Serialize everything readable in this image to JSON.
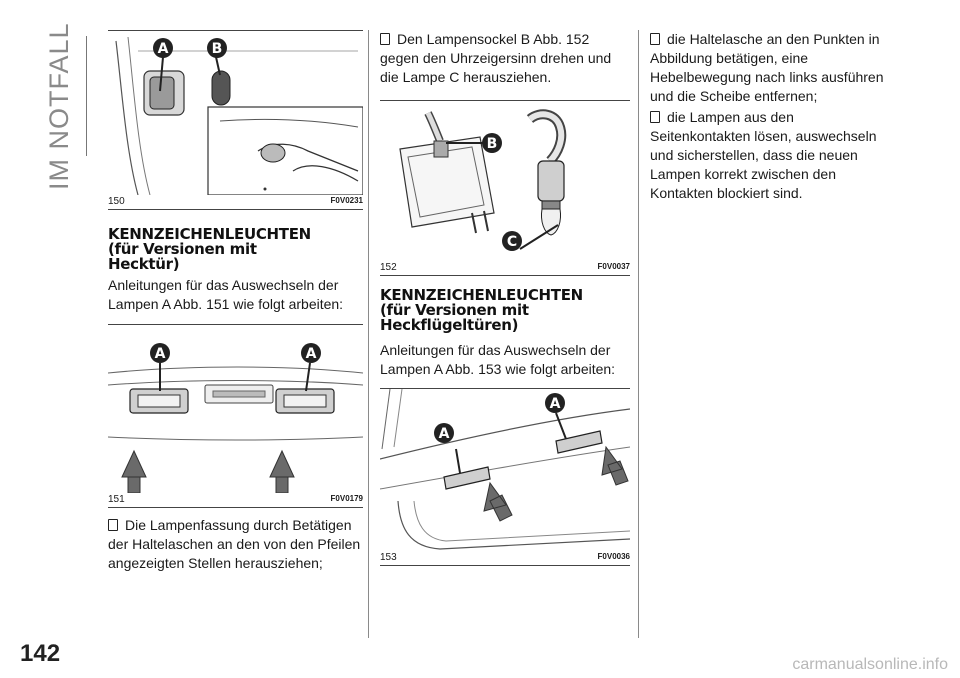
{
  "sidebar": {
    "section_title": "IM NOTFALL"
  },
  "page": {
    "number": "142",
    "watermark": "carmanualsonline.info"
  },
  "col1": {
    "fig150": {
      "number": "150",
      "code": "F0V0231",
      "label_a": "A",
      "label_b": "B"
    },
    "heading": [
      "KENNZEICHENLEUCHTEN",
      "(für Versionen mit",
      "Hecktür)"
    ],
    "intro": "Anleitungen für das Auswechseln der Lampen A Abb. 151 wie folgt arbeiten:",
    "fig151": {
      "number": "151",
      "code": "F0V0179",
      "label_a1": "A",
      "label_a2": "A"
    },
    "step1": "Die Lampenfassung durch Betätigen der Haltelaschen an den von den Pfeilen angezeigten Stellen herausziehen;"
  },
  "col2": {
    "step2": "Den Lampensockel B Abb. 152 gegen den Uhrzeigersinn drehen und die Lampe C herausziehen.",
    "fig152": {
      "number": "152",
      "code": "F0V0037",
      "label_b": "B",
      "label_c": "C"
    },
    "heading": [
      "KENNZEICHENLEUCHTEN",
      "(für Versionen mit",
      "Heckflügeltüren)"
    ],
    "intro": "Anleitungen für das Auswechseln der Lampen A Abb. 153 wie folgt arbeiten:",
    "fig153": {
      "number": "153",
      "code": "F0V0036",
      "label_a1": "A",
      "label_a2": "A"
    }
  },
  "col3": {
    "step3": "die Haltelasche an den Punkten in Abbildung betätigen, eine Hebelbewegung nach links ausführen und die Scheibe entfernen;",
    "step4": "die Lampen aus den Seitenkontakten lösen, auswechseln und sicherstellen, dass die neuen Lampen korrekt zwischen den Kontakten blockiert sind."
  }
}
